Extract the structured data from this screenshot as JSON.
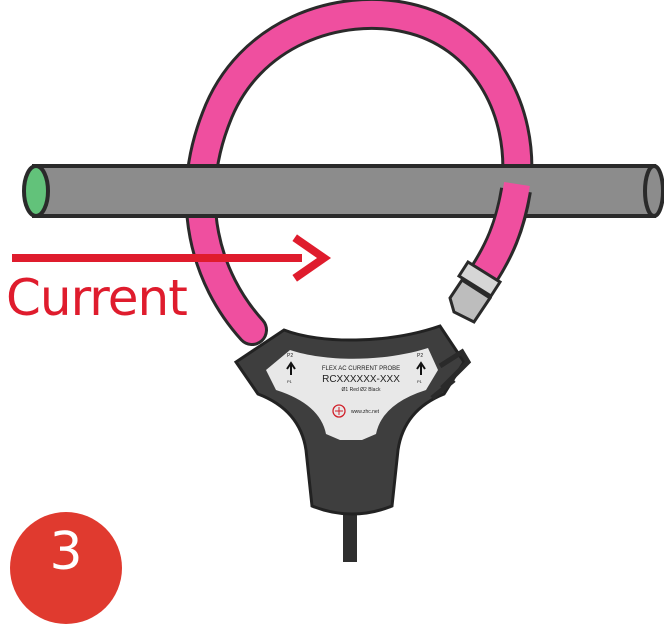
{
  "label": {
    "text": "Current"
  },
  "step": {
    "number": "3"
  },
  "probe": {
    "product_line": "FLEX AC CURRENT PROBE",
    "model": "RCXXXXXX-XXX",
    "wiring": "Ø1 Red  Ø2 Black",
    "website": "www.zhc.net",
    "port_left": "P2",
    "port_right": "P2",
    "marker_left": "P1",
    "marker_right": "P1"
  },
  "colors": {
    "loop": "#ef4f9f",
    "loop_outline": "#2a2a2a",
    "conductor": "#8c8c8c",
    "conductor_end": "#62c27a",
    "arrow": "#df1c2d",
    "label": "#df1c2d",
    "badge": "#e03a2f",
    "probe_head": "#3e3e3e",
    "probe_face": "#e8e8e8"
  },
  "icons": {
    "direction": "arrow-right-icon",
    "flow_markers": "arrow-up-icon",
    "logo": "zhc-logo-icon"
  }
}
